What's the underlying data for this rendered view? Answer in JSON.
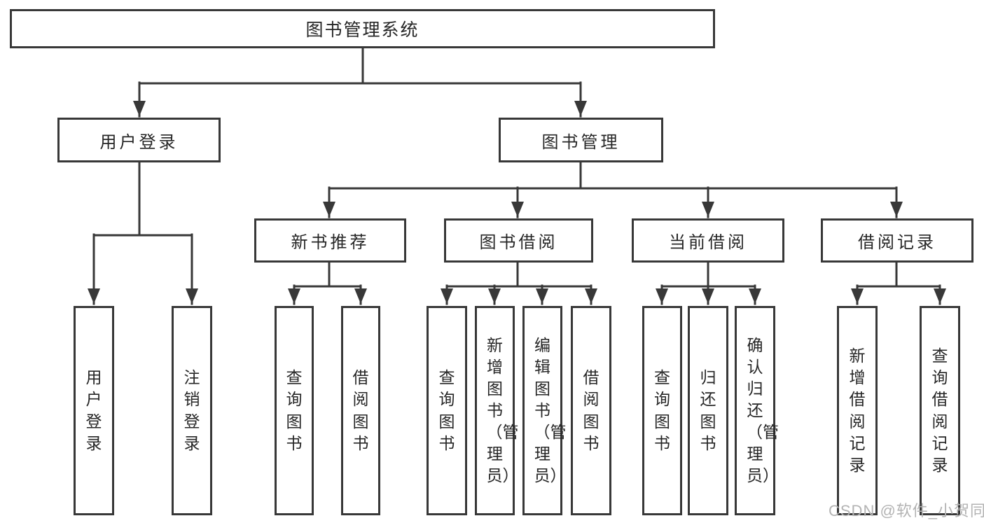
{
  "tree": {
    "root": "图书管理系统",
    "branches": [
      {
        "label": "用户登录",
        "children": [
          {
            "label": "用户登录"
          },
          {
            "label": "注销登录"
          }
        ]
      },
      {
        "label": "图书管理",
        "children": [
          {
            "label": "新书推荐",
            "children": [
              {
                "label": "查询图书"
              },
              {
                "label": "借阅图书"
              }
            ]
          },
          {
            "label": "图书借阅",
            "children": [
              {
                "label": "查询图书"
              },
              {
                "label": "新增图书（管理员）"
              },
              {
                "label": "编辑图书（管理员）"
              },
              {
                "label": "借阅图书"
              }
            ]
          },
          {
            "label": "当前借阅",
            "children": [
              {
                "label": "查询图书"
              },
              {
                "label": "归还图书"
              },
              {
                "label": "确认归还（管理员）"
              }
            ]
          },
          {
            "label": "借阅记录",
            "children": [
              {
                "label": "新增借阅记录"
              },
              {
                "label": "查询借阅记录"
              }
            ]
          }
        ]
      }
    ]
  },
  "watermark": {
    "text": "CSDN @软件_小贺同学"
  },
  "colors": {
    "line": "#383838",
    "box_border": "#383838",
    "text": "#262626",
    "watermark": "#b3b3b3",
    "background": "#ffffff"
  }
}
